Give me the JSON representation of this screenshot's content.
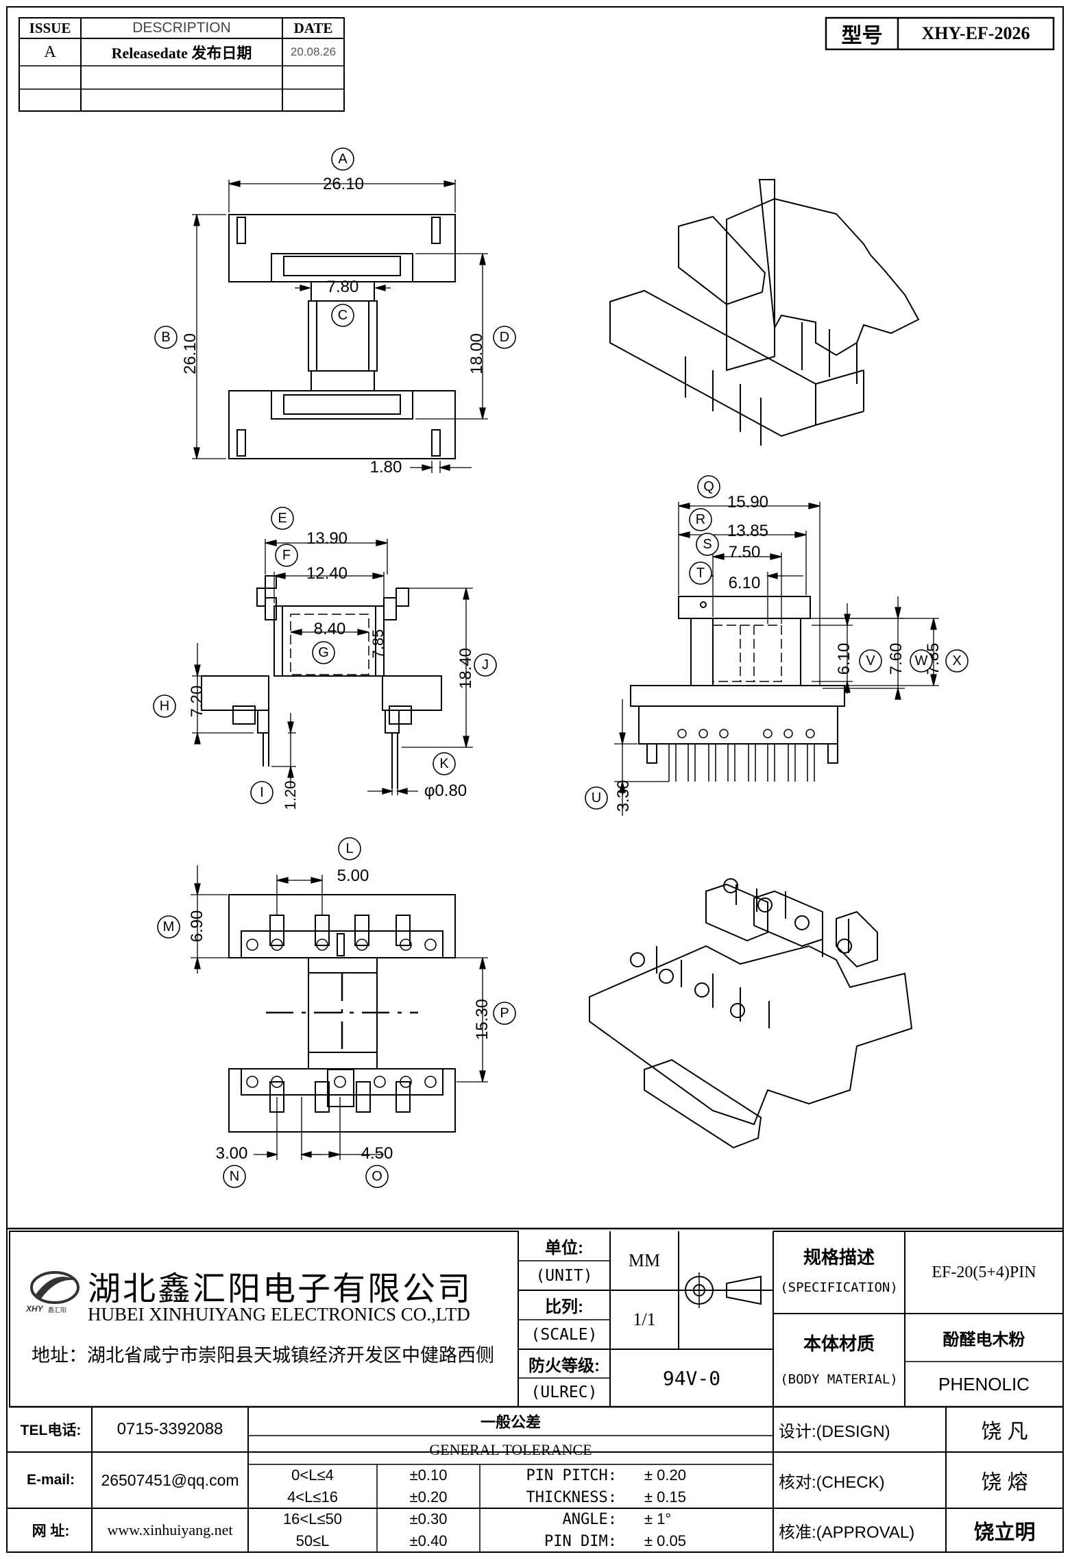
{
  "revision": {
    "headers": {
      "issue": "ISSUE",
      "description": "DESCRIPTION",
      "date": "DATE"
    },
    "rows": [
      {
        "issue": "A",
        "description": "Releasedate 发布日期",
        "date": "20.08.26"
      },
      {
        "issue": "",
        "description": "",
        "date": ""
      },
      {
        "issue": "",
        "description": "",
        "date": ""
      }
    ]
  },
  "model": {
    "label": "型号",
    "value": "XHY-EF-2026"
  },
  "dims": {
    "A": "26.10",
    "B": "26.10",
    "C": "7.80",
    "D": "18.00",
    "d1": "1.80",
    "E": "13.90",
    "F": "12.40",
    "G": "8.40",
    "g2": "7.85",
    "H": "7.20",
    "I": "1.20",
    "J": "18.40",
    "K": "φ0.80",
    "Q": "15.90",
    "R": "13.85",
    "S": "7.50",
    "T": "6.10",
    "U": "3.30",
    "V": "6.10",
    "W": "7.60",
    "X": "7.85",
    "L": "5.00",
    "M": "6.90",
    "N": "3.00",
    "O": "4.50",
    "P": "15.30"
  },
  "letters": [
    "A",
    "B",
    "C",
    "D",
    "E",
    "F",
    "G",
    "H",
    "I",
    "J",
    "K",
    "L",
    "M",
    "N",
    "O",
    "P",
    "Q",
    "R",
    "S",
    "T",
    "U",
    "V",
    "W",
    "X"
  ],
  "company": {
    "name_cn": "湖北鑫汇阳电子有限公司",
    "name_en": "HUBEI XINHUIYANG ELECTRONICS CO.,LTD",
    "address": "地址：湖北省咸宁市崇阳县天城镇经济开发区中健路西侧",
    "logo_text": "XHY",
    "logo_sub": "鑫汇阳"
  },
  "titleblock": {
    "unit_cn": "单位:",
    "unit_en": "(UNIT)",
    "unit_val": "MM",
    "scale_cn": "比列:",
    "scale_en": "(SCALE)",
    "scale_val": "1/1",
    "fire_cn": "防火等级:",
    "fire_en": "(ULREC)",
    "fire_val": "94V-0",
    "spec_cn": "规格描述",
    "spec_en": "(SPECIFICATION)",
    "spec_val": "EF-20(5+4)PIN",
    "mat_cn": "本体材质",
    "mat_en": "(BODY MATERIAL)",
    "mat_val_cn": "酚醛电木粉",
    "mat_val_en": "PHENOLIC"
  },
  "contact": {
    "tel_label": "TEL电话:",
    "tel": "0715-3392088",
    "email_label": "E-mail:",
    "email": "26507451@qq.com",
    "web_label": "网  址:",
    "web": "www.xinhuiyang.net"
  },
  "tolerance": {
    "title_cn": "一般公差",
    "title_en": "GENERAL TOLERANCE",
    "ranges": [
      {
        "range": "0<L≤4",
        "tol": "±0.10"
      },
      {
        "range": "4<L≤16",
        "tol": "±0.20"
      },
      {
        "range": "16<L≤50",
        "tol": "±0.30"
      },
      {
        "range": "50≤L",
        "tol": "±0.40"
      }
    ],
    "specials": [
      {
        "name": "PIN PITCH:",
        "tol": "±  0.20"
      },
      {
        "name": "THICKNESS:",
        "tol": "±  0.15"
      },
      {
        "name": "ANGLE:",
        "tol": "±  1°"
      },
      {
        "name": "PIN DIM:",
        "tol": "±  0.05"
      }
    ]
  },
  "approvals": [
    {
      "role": "设计:(DESIGN)",
      "name": "饶  凡"
    },
    {
      "role": "核对:(CHECK)",
      "name": "饶  熔"
    },
    {
      "role": "核准:(APPROVAL)",
      "name": "饶立明"
    }
  ]
}
